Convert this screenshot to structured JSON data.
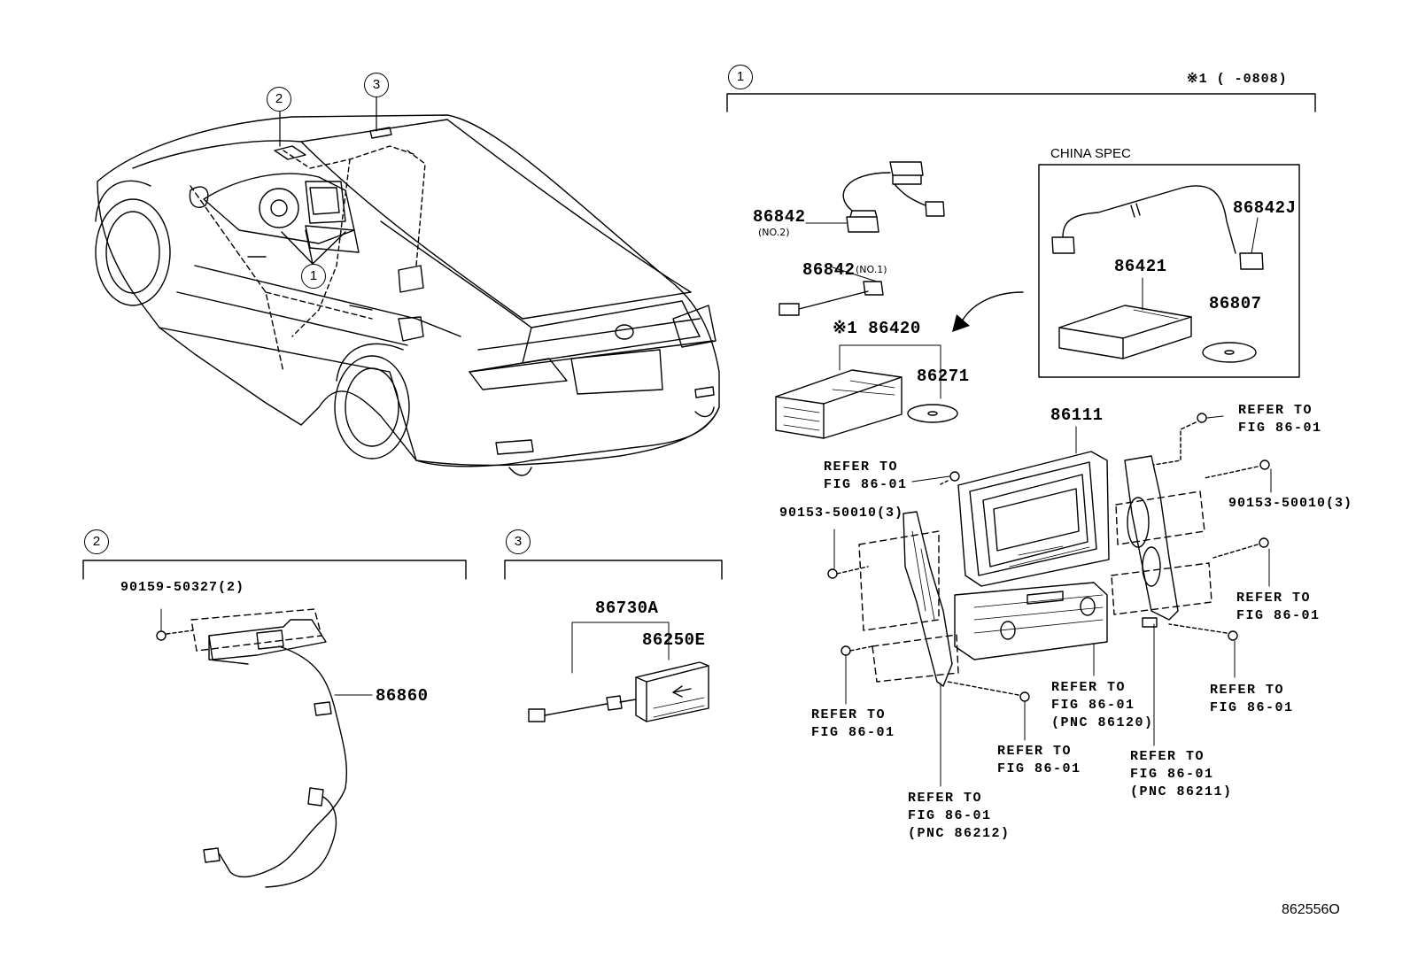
{
  "callouts": {
    "c1": "1",
    "c2": "2",
    "c3": "3"
  },
  "section1": {
    "note": "※1 (      -0808)",
    "china_spec": "CHINA SPEC",
    "p86842_no2": "86842",
    "p86842_no2_sub": "(NO.2)",
    "p86842_no1": "86842",
    "p86842_no1_sub": "(NO.1)",
    "p86420": "※1 86420",
    "p86271": "86271",
    "p86842J": "86842J",
    "p86421": "86421",
    "p86807": "86807",
    "p86111": "86111",
    "bolt_left": "90153-50010(3)",
    "bolt_right": "90153-50010(3)",
    "refs": [
      {
        "line1": "REFER TO",
        "line2": "FIG 86-01",
        "line3": ""
      },
      {
        "line1": "REFER TO",
        "line2": "FIG 86-01",
        "line3": ""
      },
      {
        "line1": "REFER TO",
        "line2": "FIG 86-01",
        "line3": ""
      },
      {
        "line1": "REFER TO",
        "line2": "FIG 86-01",
        "line3": ""
      },
      {
        "line1": "REFER TO",
        "line2": "FIG 86-01",
        "line3": ""
      },
      {
        "line1": "REFER TO",
        "line2": "FIG 86-01",
        "line3": ""
      },
      {
        "line1": "REFER TO",
        "line2": "FIG 86-01",
        "line3": "(PNC 86120)"
      },
      {
        "line1": "REFER TO",
        "line2": "FIG 86-01",
        "line3": "(PNC 86211)"
      },
      {
        "line1": "REFER TO",
        "line2": "FIG 86-01",
        "line3": "(PNC 86212)"
      }
    ]
  },
  "section2": {
    "bolt": "90159-50327(2)",
    "p86860": "86860"
  },
  "section3": {
    "p86730A": "86730A",
    "p86250E": "86250E"
  },
  "figure_code": "862556O"
}
